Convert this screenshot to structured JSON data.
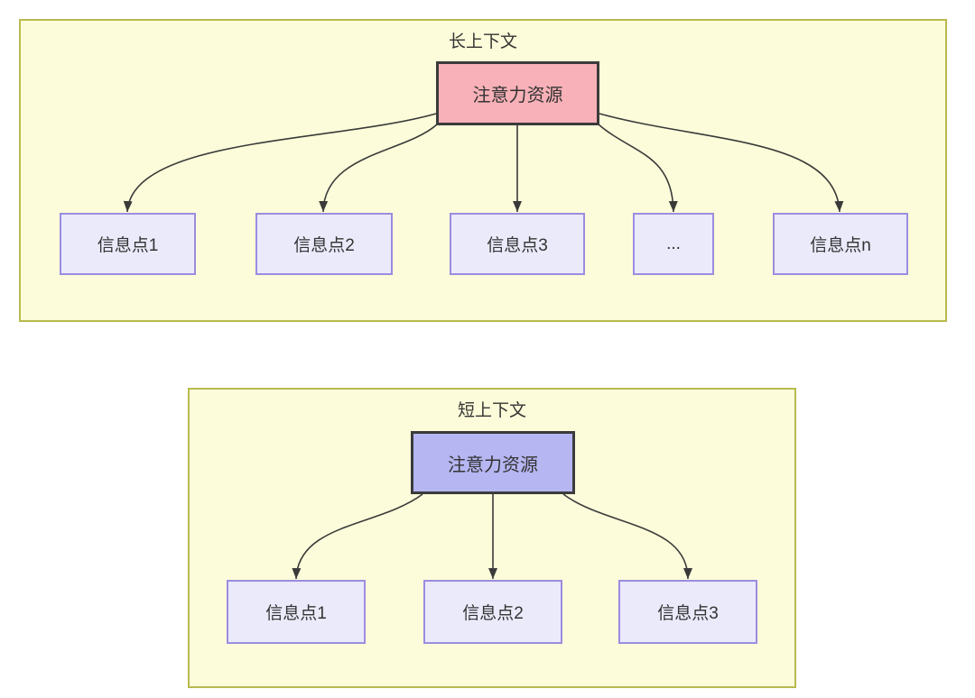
{
  "colors": {
    "panel_fill": "#fcfcda",
    "panel_border": "#b9b94f",
    "attention_long_fill": "#f8b1b8",
    "attention_short_fill": "#b6b6f2",
    "attention_border": "#3b3b3b",
    "info_fill": "#eaeafb",
    "info_border": "#9c8ce0",
    "arrow": "#3a3a3a",
    "text": "#333333"
  },
  "panels": [
    {
      "title": "长上下文",
      "attention_label": "注意力资源",
      "info_points": [
        "信息点1",
        "信息点2",
        "信息点3",
        "...",
        "信息点n"
      ]
    },
    {
      "title": "短上下文",
      "attention_label": "注意力资源",
      "info_points": [
        "信息点1",
        "信息点2",
        "信息点3"
      ]
    }
  ]
}
